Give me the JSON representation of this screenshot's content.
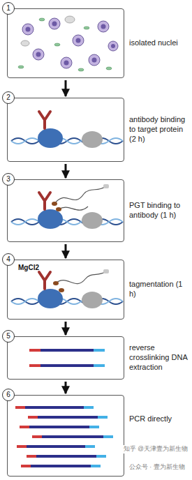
{
  "diagram": {
    "nodes": [
      {
        "text": [
          "isolated nuclei"
        ]
      },
      {
        "text": [
          "antibody binding to target protein (2 h)"
        ]
      },
      {
        "text": [
          "PGT binding to antibody (1 h)"
        ]
      },
      {
        "text": [
          "tagmentation (1 h)"
        ]
      },
      {
        "text": [
          "reverse crosslinking DNA extraction"
        ]
      },
      {
        "text": [
          "PCR directly"
        ]
      }
    ],
    "edges": [
      {
        "from": 0,
        "to": 1,
        "arrow": "to"
      },
      {
        "from": 1,
        "to": 2,
        "arrow": "to"
      },
      {
        "from": 2,
        "to": 3,
        "arrow": "to"
      },
      {
        "from": 3,
        "to": 4,
        "arrow": "to"
      },
      {
        "from": 4,
        "to": 5,
        "arrow": "to"
      }
    ],
    "labels": [
      "1",
      "2",
      "3",
      "4",
      "5",
      "6",
      "MgCl2",
      "知乎 @天津壹为新生物",
      "公众号 · 壹为新生物"
    ]
  }
}
